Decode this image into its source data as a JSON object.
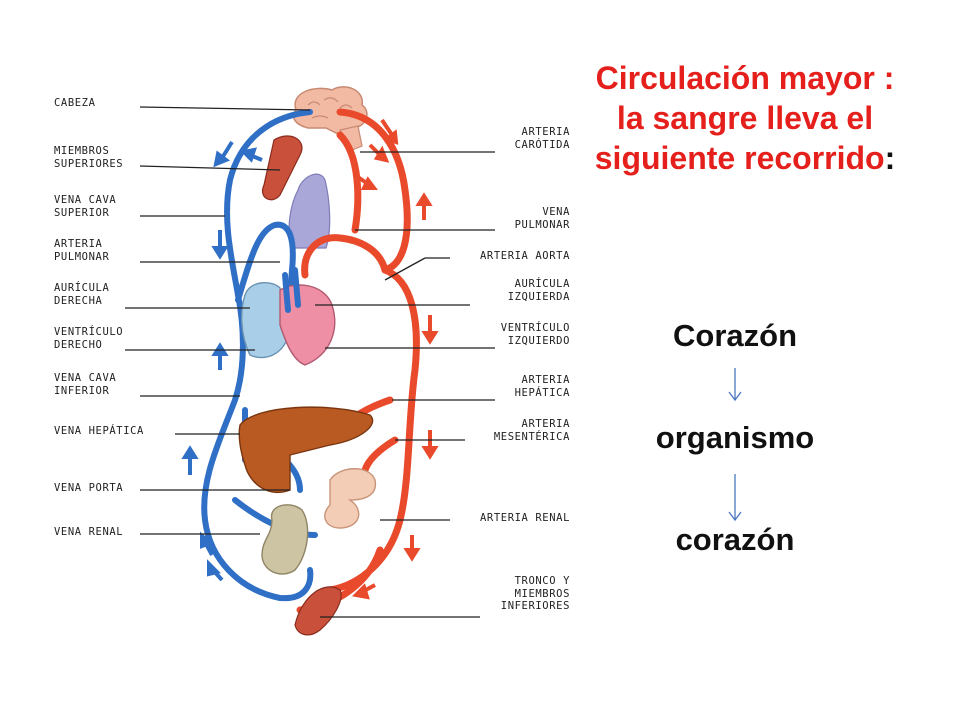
{
  "title": {
    "main": "Circulación mayor : la sangre lleva el siguiente recorrido",
    "colon": ":"
  },
  "flow": {
    "steps": [
      "Corazón",
      "organismo",
      "corazón"
    ],
    "arrow_icon": "down-arrow-icon"
  },
  "diagram": {
    "left_labels": [
      "CABEZA",
      "MIEMBROS\nSUPERIORES",
      "VENA CAVA\nSUPERIOR",
      "ARTERIA\nPULMONAR",
      "AURÍCULA\nDERECHA",
      "VENTRÍCULO\nDERECHO",
      "VENA CAVA\nINFERIOR",
      "VENA HEPÁTICA",
      "VENA PORTA",
      "VENA RENAL"
    ],
    "right_labels": [
      "ARTERIA\nCARÓTIDA",
      "VENA\nPULMONAR",
      "ARTERIA AORTA",
      "AURÍCULA\nIZQUIERDA",
      "VENTRÍCULO\nIZQUIERDO",
      "ARTERIA\nHEPÁTICA",
      "ARTERIA\nMESENTÉRICA",
      "ARTERIA RENAL",
      "TRONCO Y\nMIEMBROS\nINFERIORES"
    ]
  },
  "colors": {
    "title_red": "#e5201c",
    "artery_red": "#ea4a2c",
    "vein_blue": "#2f6fc6",
    "heart_pink": "#ee8fa5",
    "liver_brown": "#b85a22",
    "lung_lavender": "#a9a6d8"
  }
}
